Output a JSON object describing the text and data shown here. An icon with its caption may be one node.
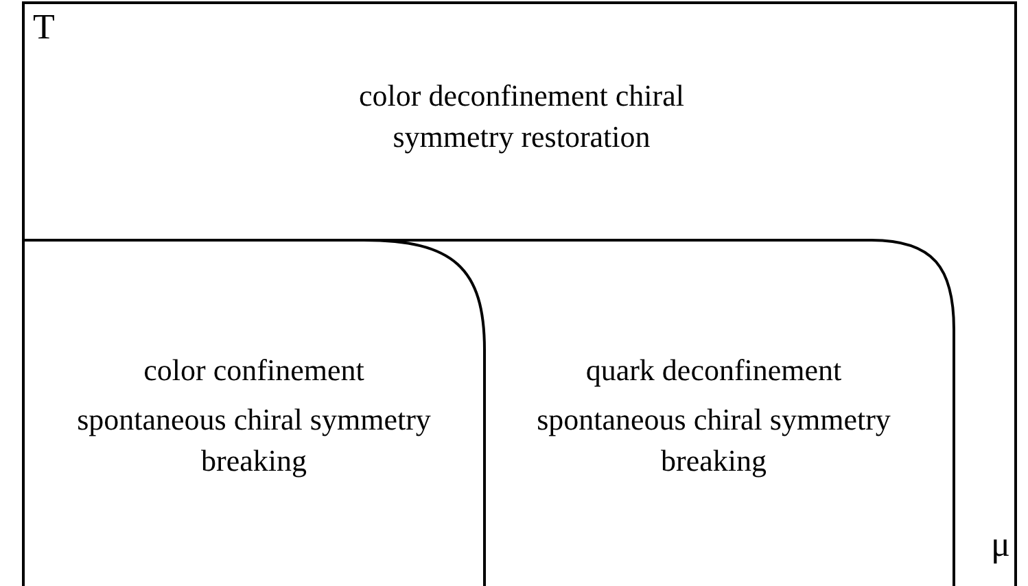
{
  "diagram": {
    "nodes": [
      {
        "text": [
          "color deconfinement chiral symmetry restoration"
        ]
      },
      {
        "text": [
          "color confinement",
          "spontaneous chiral symmetry breaking"
        ]
      },
      {
        "text": [
          "quark deconfinement",
          "spontaneous chiral symmetry breaking"
        ]
      }
    ],
    "edges": [],
    "labels": [
      "T",
      "μ"
    ]
  }
}
